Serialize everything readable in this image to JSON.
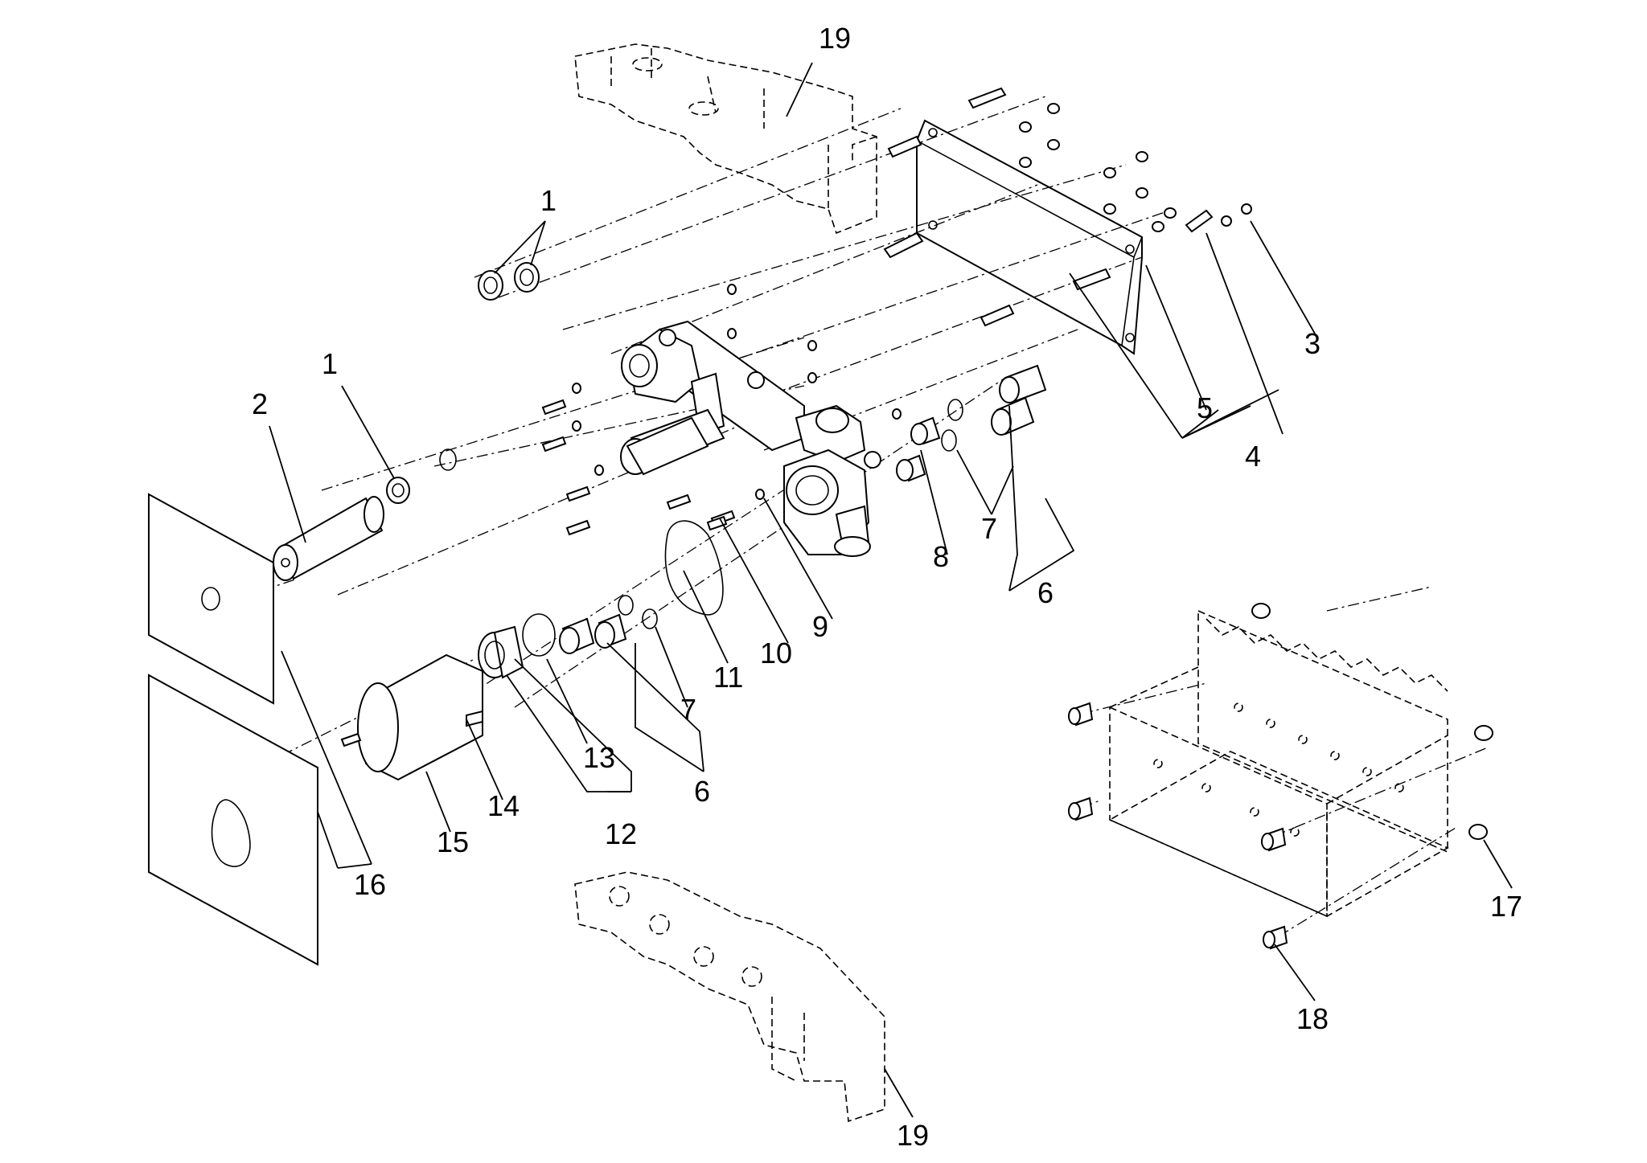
{
  "callouts": [
    {
      "id": "c19a",
      "label": "19"
    },
    {
      "id": "c1a",
      "label": "1"
    },
    {
      "id": "c1b",
      "label": "1"
    },
    {
      "id": "c2",
      "label": "2"
    },
    {
      "id": "c3",
      "label": "3"
    },
    {
      "id": "c5",
      "label": "5"
    },
    {
      "id": "c4",
      "label": "4"
    },
    {
      "id": "c7a",
      "label": "7"
    },
    {
      "id": "c8",
      "label": "8"
    },
    {
      "id": "c6a",
      "label": "6"
    },
    {
      "id": "c9",
      "label": "9"
    },
    {
      "id": "c10",
      "label": "10"
    },
    {
      "id": "c11",
      "label": "11"
    },
    {
      "id": "c7b",
      "label": "7"
    },
    {
      "id": "c13",
      "label": "13"
    },
    {
      "id": "c6b",
      "label": "6"
    },
    {
      "id": "c14",
      "label": "14"
    },
    {
      "id": "c12",
      "label": "12"
    },
    {
      "id": "c15",
      "label": "15"
    },
    {
      "id": "c16",
      "label": "16"
    },
    {
      "id": "c17",
      "label": "17"
    },
    {
      "id": "c18",
      "label": "18"
    },
    {
      "id": "c19b",
      "label": "19"
    }
  ]
}
